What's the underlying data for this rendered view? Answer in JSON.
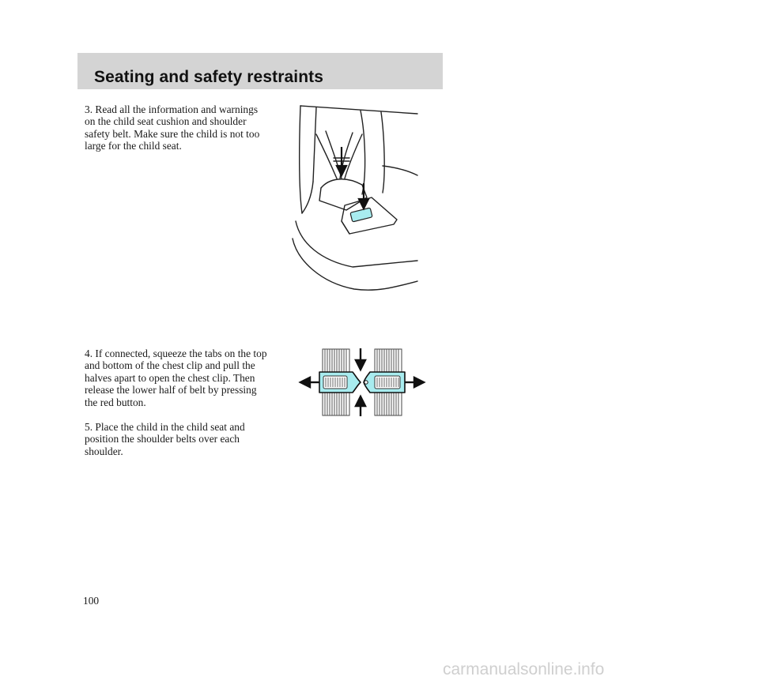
{
  "header": {
    "title": "Seating and safety restraints"
  },
  "steps": [
    {
      "text": "3. Read all the information and warnings on the child seat cushion and shoulder safety belt. Make sure the child is not too large for the child seat."
    },
    {
      "text": "4. If connected, squeeze the tabs on the top and bottom of the chest clip and pull the halves apart to open the chest clip. Then release the lower half of belt by pressing the red button."
    },
    {
      "text": "5. Place the child in the child seat and position the shoulder belts over each shoulder."
    }
  ],
  "page_number": "100",
  "watermark": "carmanualsonline.info",
  "colors": {
    "header_band": "#d4d4d4",
    "highlight": "#a8ecef"
  }
}
